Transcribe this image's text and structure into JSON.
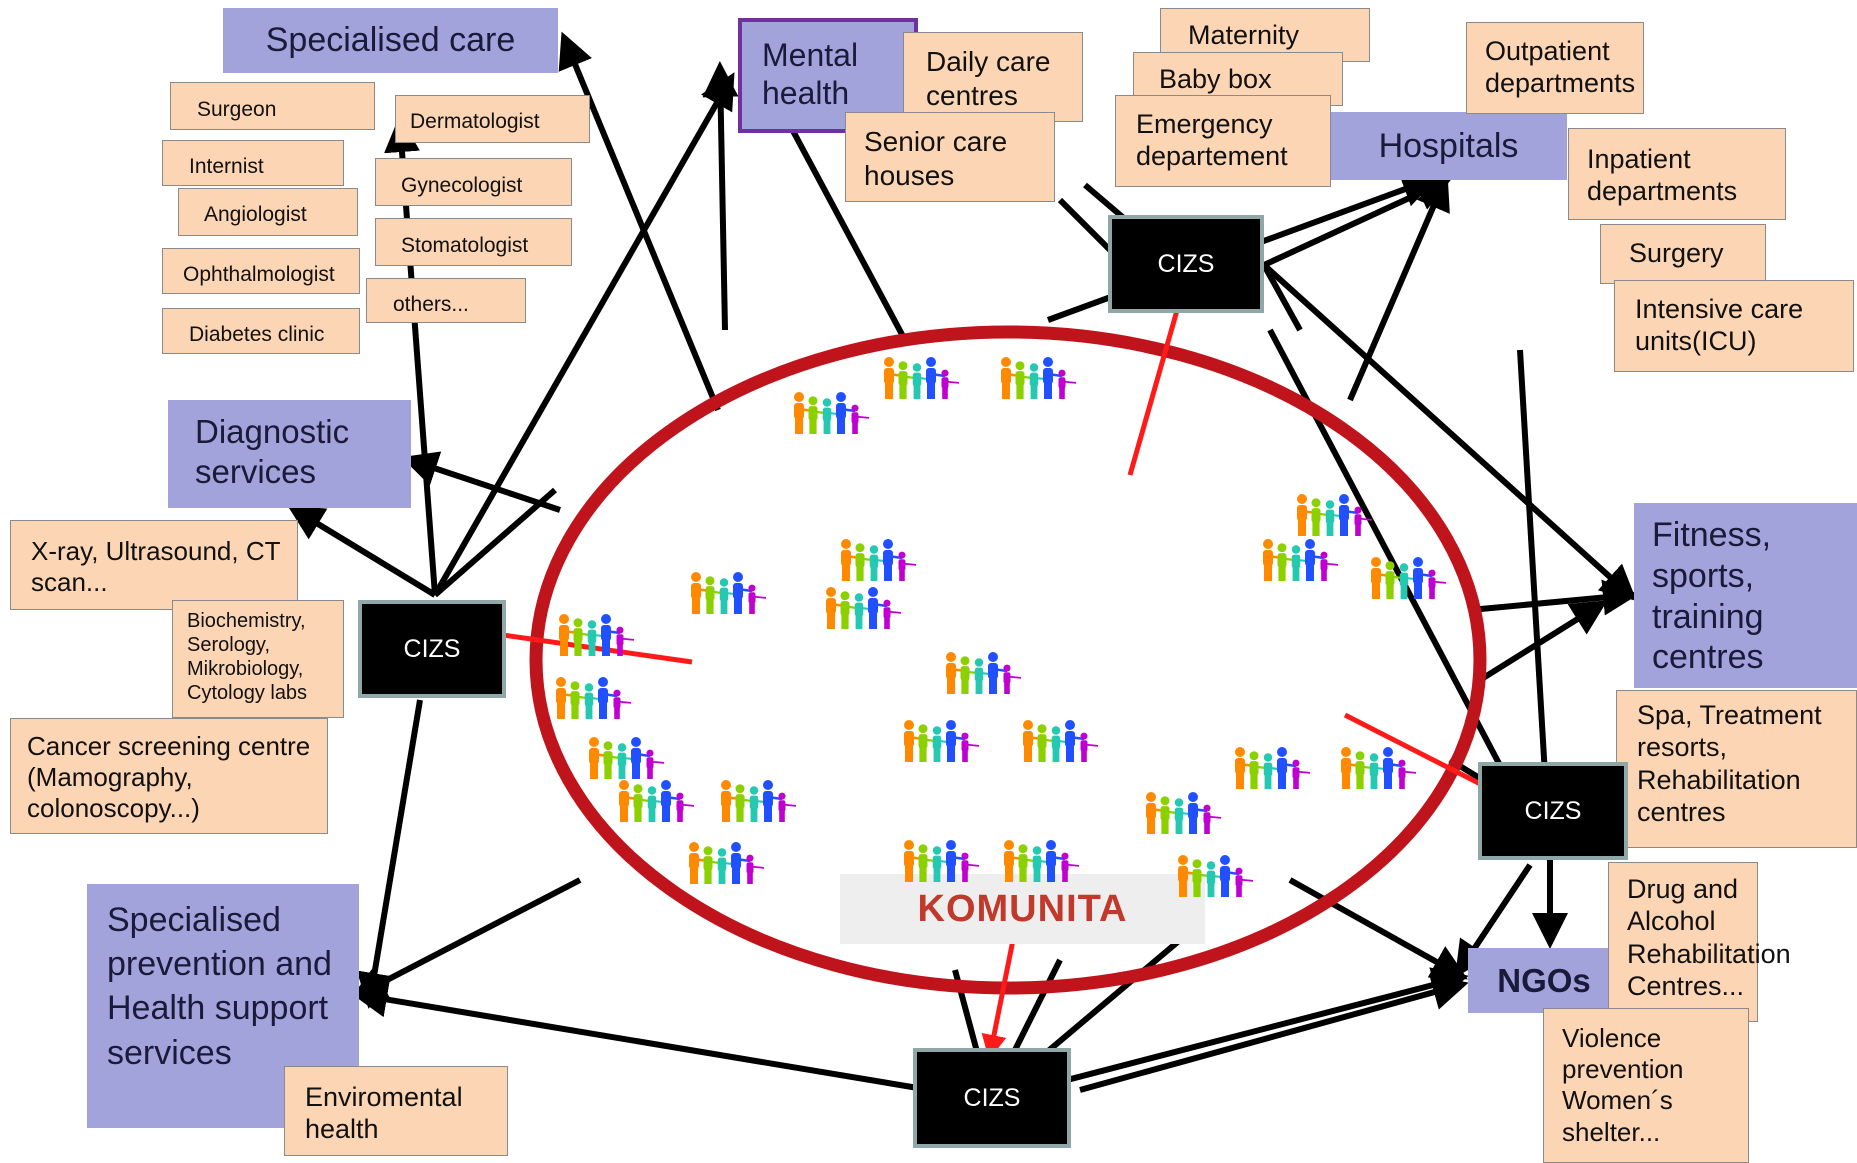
{
  "categories": {
    "specialised_care": "Specialised care",
    "mental_health": "Mental health",
    "hospitals": "Hospitals",
    "diagnostic_services": "Diagnostic services",
    "fitness": "Fitness, sports, training centres",
    "prevention": "Specialised prevention and Health support services",
    "ngos": "NGOs"
  },
  "specialists": {
    "surgeon": "Surgeon",
    "dermatologist": "Dermatologist",
    "internist": "Internist",
    "gynecologist": "Gynecologist",
    "angiologist": "Angiologist",
    "stomatologist": "Stomatologist",
    "ophthalmologist": "Ophthalmologist",
    "others": "others...",
    "diabetes_clinic": "Diabetes clinic"
  },
  "mental_health_items": {
    "daily_care": "Daily care centres",
    "senior_care": "Senior care houses"
  },
  "hospital_items": {
    "maternity": "Maternity",
    "baby_box": "Baby box",
    "emergency": "Emergency departement",
    "outpatient": "Outpatient departments",
    "inpatient": "Inpatient departments",
    "surgery": "Surgery",
    "icu": "Intensive care units(ICU)"
  },
  "diagnostic_items": {
    "imaging": "X-ray, Ultrasound, CT scan...",
    "labs": "Biochemistry, Serology, Mikrobiology, Cytology labs",
    "cancer": "Cancer screening centre (Mamography, colonoscopy...)"
  },
  "spa_text": "Spa, Treatment resorts, Rehabilitation centres",
  "ngo_items": {
    "drug": "Drug and Alcohol Rehabilitation Centres...",
    "violence": "Violence prevention Women´s shelter..."
  },
  "prevention_items": {
    "environmental": "Enviromental health"
  },
  "cizs_label": "CIZS",
  "community_label": "KOMUNITA",
  "colors": {
    "category_fill": "#a3a3dc",
    "service_fill": "#fcd5b4",
    "community_ring": "#c0141c",
    "red_arrows": "#ff1a1a",
    "edges": "#000000",
    "cizs_fill": "#000000"
  }
}
